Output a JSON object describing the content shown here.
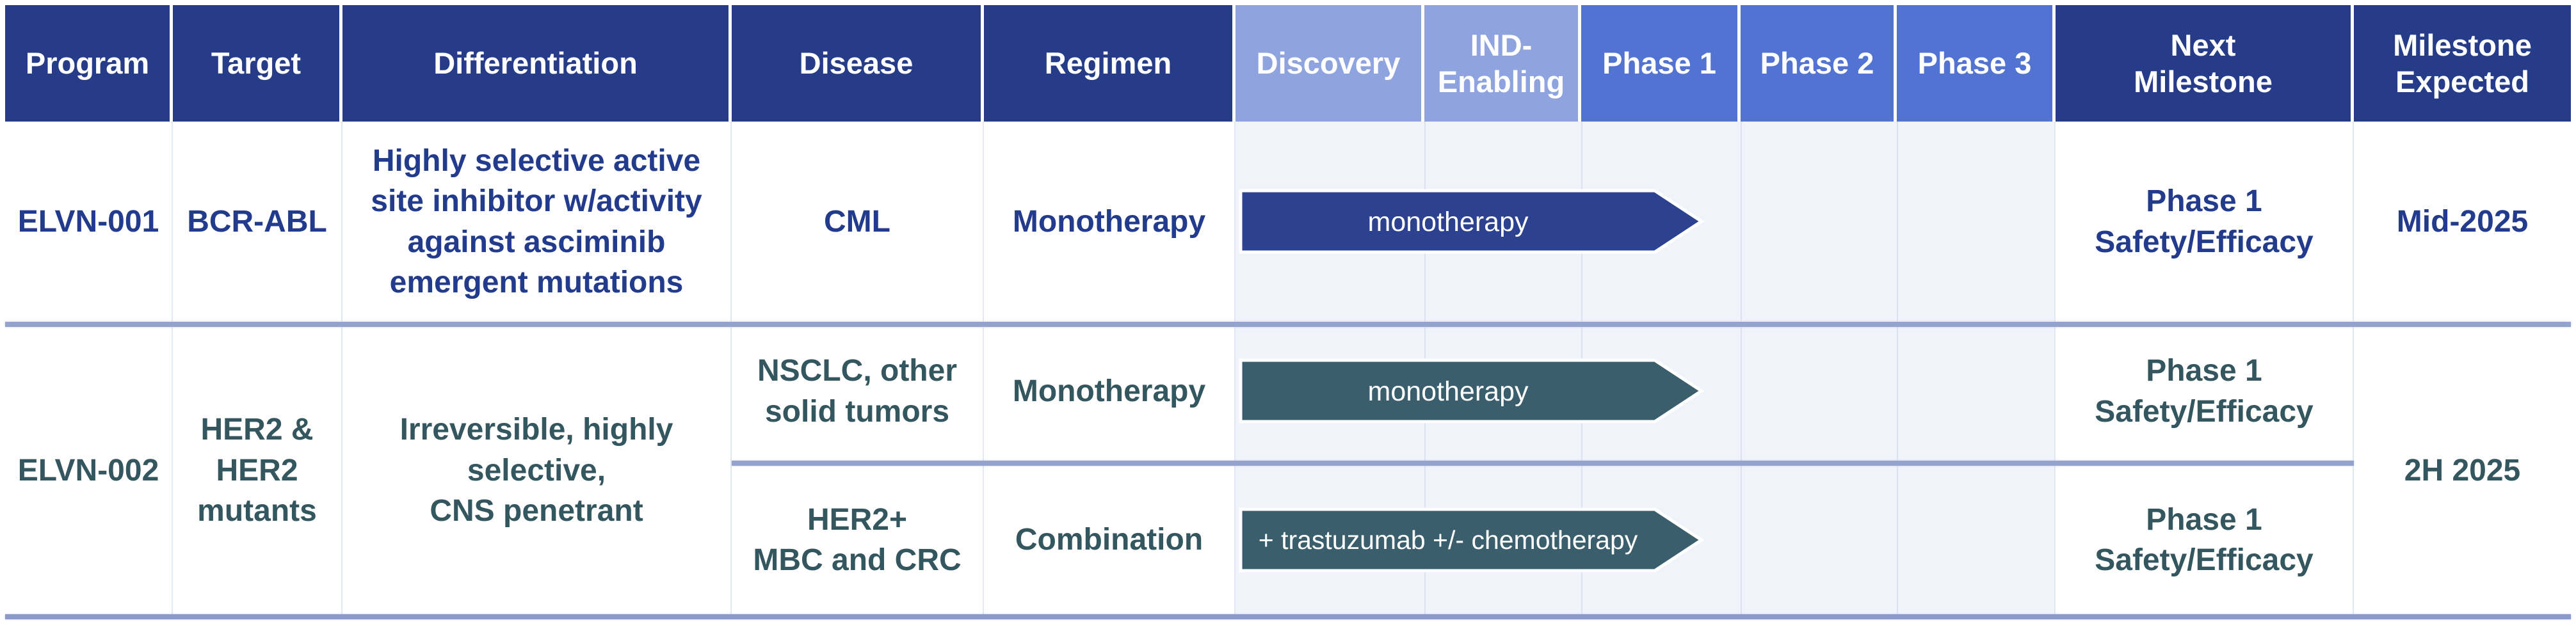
{
  "meta": {
    "title": "Clinical development pipeline table"
  },
  "colors": {
    "header_navy": "#263C88",
    "header_light_blue": "#8FA4DE",
    "header_mid_blue": "#5273D1",
    "phase_track_bg": "#F1F3FA",
    "arrow_navy": "#2C4190",
    "arrow_teal": "#3B5E6D",
    "text_navy": "#233B8D",
    "text_teal": "#34565F",
    "row_divider": "#94A2CE",
    "bottom_border": "#8B9AC8",
    "column_line": "#DCE1F2",
    "header_text": "#FFFFFF",
    "arrow_text": "#FFFFFF"
  },
  "header": {
    "program": "Program",
    "target": "Target",
    "differentiation": "Differentiation",
    "disease": "Disease",
    "regimen": "Regimen",
    "discovery": "Discovery",
    "ind_enabling": "IND-\nEnabling",
    "phase1": "Phase 1",
    "phase2": "Phase 2",
    "phase3": "Phase 3",
    "next_milestone": "Next\nMilestone",
    "milestone_expected": "Milestone\nExpected"
  },
  "programs": [
    {
      "program": "ELVN-001",
      "target": "BCR-ABL",
      "differentiation": "Highly selective active\nsite inhibitor w/activity\nagainst asciminib\nemergent mutations",
      "milestone_expected": "Mid-2025",
      "indications": [
        {
          "disease": "CML",
          "regimen": "Monotherapy",
          "arrow": {
            "label": "monotherapy",
            "phases_covered": [
              "Discovery",
              "IND-Enabling",
              "Phase 1"
            ]
          },
          "next_milestone": "Phase 1\nSafety/Efficacy"
        }
      ]
    },
    {
      "program": "ELVN-002",
      "target": "HER2 &\nHER2\nmutants",
      "differentiation": "Irreversible, highly\nselective,\nCNS penetrant",
      "milestone_expected": "2H 2025",
      "indications": [
        {
          "disease": "NSCLC, other\nsolid tumors",
          "regimen": "Monotherapy",
          "arrow": {
            "label": "monotherapy",
            "phases_covered": [
              "Discovery",
              "IND-Enabling",
              "Phase 1"
            ]
          },
          "next_milestone": "Phase 1\nSafety/Efficacy"
        },
        {
          "disease": "HER2+\nMBC and CRC",
          "regimen": "Combination",
          "arrow": {
            "label": "+ trastuzumab +/- chemotherapy",
            "phases_covered": [
              "Discovery",
              "IND-Enabling",
              "Phase 1"
            ]
          },
          "next_milestone": "Phase 1\nSafety/Efficacy"
        }
      ]
    }
  ]
}
